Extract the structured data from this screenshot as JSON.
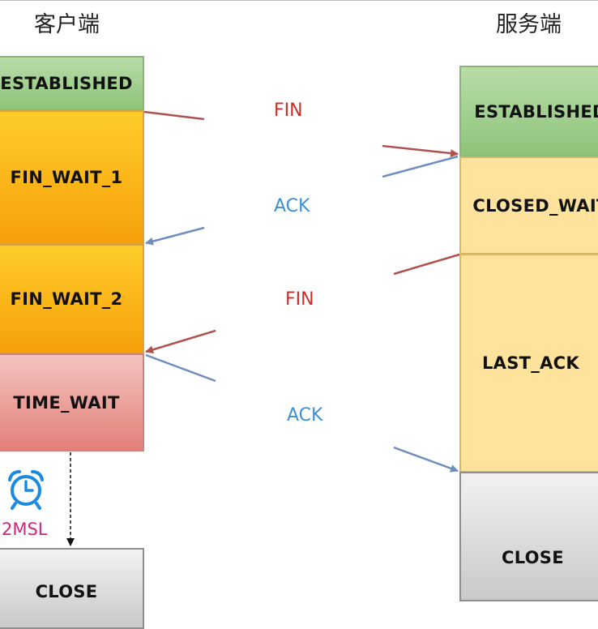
{
  "client": {
    "title": "客户端",
    "states": [
      "ESTABLISHED",
      "FIN_WAIT_1",
      "FIN_WAIT_2",
      "TIME_WAIT",
      "CLOSE"
    ]
  },
  "server": {
    "title": "服务端",
    "states": [
      "ESTABLISHED",
      "CLOSED_WAIT",
      "LAST_ACK",
      "CLOSE"
    ]
  },
  "messages": [
    "FIN",
    "ACK",
    "FIN",
    "ACK"
  ],
  "timer": {
    "label": "2MSL",
    "icon": "alarm-clock-icon"
  },
  "colors": {
    "fin": "#c8312b",
    "ack": "#3d8fd6",
    "fin_arrow": "#b0514d",
    "ack_arrow": "#6d8ebf",
    "timer": "#d6237f",
    "established": "#a6d08f",
    "fin_wait": "#fbb516",
    "time_wait": "#ea9e99",
    "server_wait": "#ffe39c",
    "close": "#dcdcdc"
  }
}
